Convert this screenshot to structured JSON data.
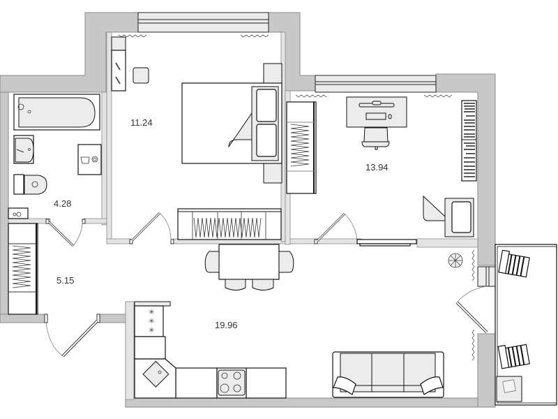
{
  "plan": {
    "title": "Apartment floor plan",
    "colors": {
      "wall": "#c8c8c8",
      "inner_wall": "#e4e4e4",
      "furniture_fill": "#ececec",
      "line": "#111111",
      "label": "#333333"
    },
    "rooms": [
      {
        "id": "bathroom",
        "name": "Bathroom",
        "area": "4.28"
      },
      {
        "id": "bedroom",
        "name": "Bedroom",
        "area": "11.24"
      },
      {
        "id": "study",
        "name": "Bedroom / Study",
        "area": "13.94"
      },
      {
        "id": "hallway",
        "name": "Hallway",
        "area": "5.15"
      },
      {
        "id": "kitchen_living",
        "name": "Kitchen-Living room",
        "area": "19.96"
      }
    ],
    "fixtures": [
      "bathtub",
      "washbasin",
      "toilet",
      "washing-machine",
      "water-heater",
      "double-bed",
      "wardrobe",
      "desk",
      "computer",
      "office-chair",
      "bookshelf",
      "single-bed",
      "tv-stand",
      "dining-table",
      "dining-chairs",
      "fridge",
      "kitchen-sink",
      "stove",
      "sofa",
      "plant",
      "balcony-chairs",
      "balcony-side-table"
    ]
  }
}
